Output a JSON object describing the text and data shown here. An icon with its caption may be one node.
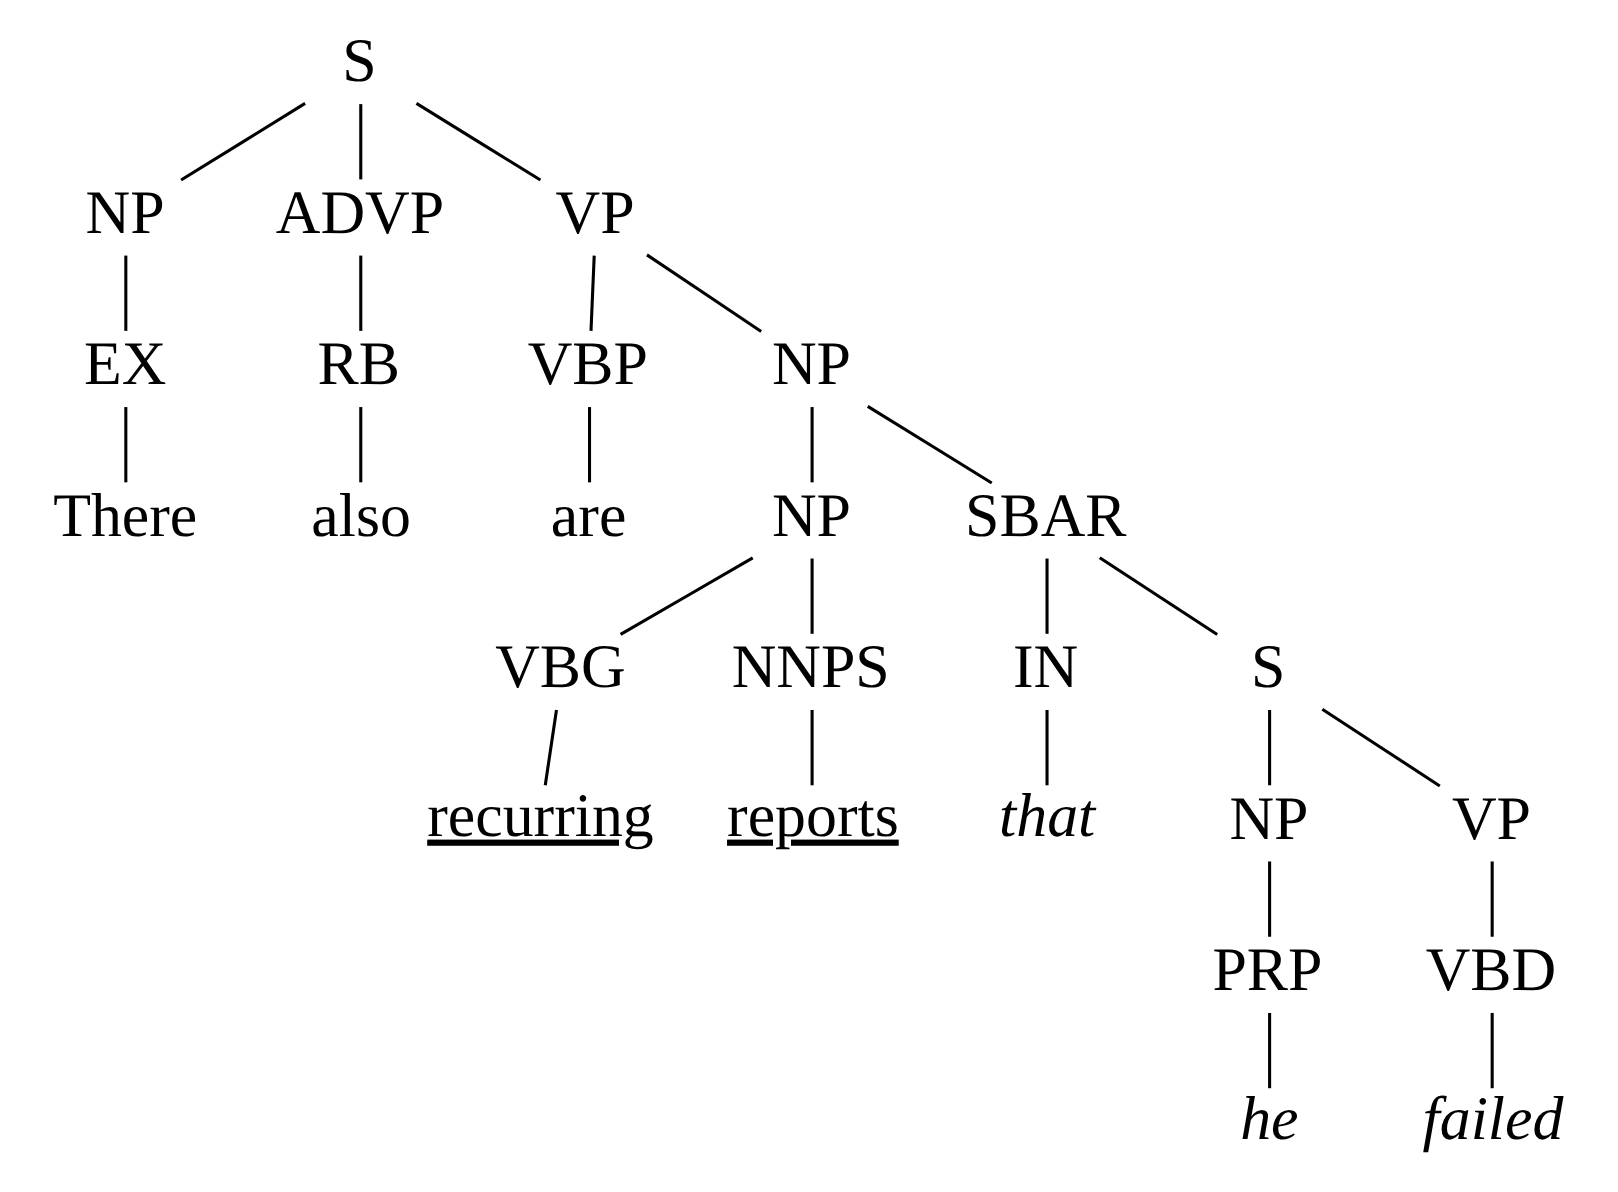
{
  "diagram": {
    "nodes": [
      {
        "text": [
          "S"
        ]
      },
      {
        "text": [
          "NP"
        ]
      },
      {
        "text": [
          "ADVP"
        ]
      },
      {
        "text": [
          "VP"
        ]
      },
      {
        "text": [
          "EX"
        ]
      },
      {
        "text": [
          "RB"
        ]
      },
      {
        "text": [
          "VBP"
        ]
      },
      {
        "text": [
          "NP"
        ]
      },
      {
        "text": [
          "There"
        ]
      },
      {
        "text": [
          "also"
        ]
      },
      {
        "text": [
          "are"
        ]
      },
      {
        "text": [
          "NP"
        ]
      },
      {
        "text": [
          "SBAR"
        ]
      },
      {
        "text": [
          "VBG"
        ]
      },
      {
        "text": [
          "NNPS"
        ]
      },
      {
        "text": [
          "IN"
        ]
      },
      {
        "text": [
          "S"
        ]
      },
      {
        "text": [
          "recurring"
        ]
      },
      {
        "text": [
          "reports"
        ]
      },
      {
        "text": [
          "that"
        ]
      },
      {
        "text": [
          "NP"
        ]
      },
      {
        "text": [
          "VP"
        ]
      },
      {
        "text": [
          "PRP"
        ]
      },
      {
        "text": [
          "VBD"
        ]
      },
      {
        "text": [
          "he"
        ]
      },
      {
        "text": [
          "failed"
        ]
      }
    ],
    "edges": [
      {
        "from": 0,
        "to": 1,
        "arrow": "none"
      },
      {
        "from": 0,
        "to": 2,
        "arrow": "none"
      },
      {
        "from": 0,
        "to": 3,
        "arrow": "none"
      },
      {
        "from": 1,
        "to": 4,
        "arrow": "none"
      },
      {
        "from": 2,
        "to": 5,
        "arrow": "none"
      },
      {
        "from": 3,
        "to": 6,
        "arrow": "none"
      },
      {
        "from": 3,
        "to": 7,
        "arrow": "none"
      },
      {
        "from": 4,
        "to": 8,
        "arrow": "none"
      },
      {
        "from": 5,
        "to": 9,
        "arrow": "none"
      },
      {
        "from": 6,
        "to": 10,
        "arrow": "none"
      },
      {
        "from": 7,
        "to": 11,
        "arrow": "none"
      },
      {
        "from": 7,
        "to": 12,
        "arrow": "none"
      },
      {
        "from": 11,
        "to": 13,
        "arrow": "none"
      },
      {
        "from": 11,
        "to": 14,
        "arrow": "none"
      },
      {
        "from": 12,
        "to": 15,
        "arrow": "none"
      },
      {
        "from": 12,
        "to": 16,
        "arrow": "none"
      },
      {
        "from": 13,
        "to": 17,
        "arrow": "none"
      },
      {
        "from": 14,
        "to": 18,
        "arrow": "none"
      },
      {
        "from": 15,
        "to": 19,
        "arrow": "none"
      },
      {
        "from": 16,
        "to": 20,
        "arrow": "none"
      },
      {
        "from": 16,
        "to": 21,
        "arrow": "none"
      },
      {
        "from": 20,
        "to": 22,
        "arrow": "none"
      },
      {
        "from": 21,
        "to": 23,
        "arrow": "none"
      },
      {
        "from": 22,
        "to": 24,
        "arrow": "none"
      },
      {
        "from": 23,
        "to": 25,
        "arrow": "none"
      }
    ]
  }
}
